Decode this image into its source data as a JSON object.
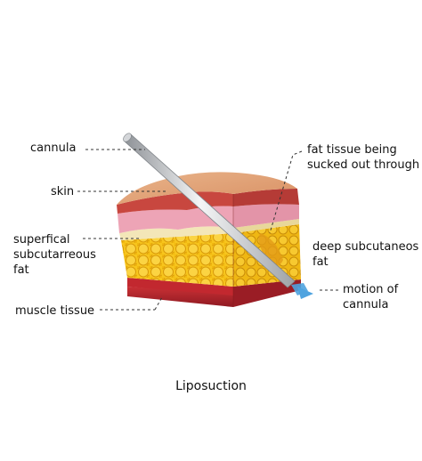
{
  "labels": {
    "cannula": "cannula",
    "skin": "skin",
    "superficial_fat": "superfical\nsubcutarreous\nfat",
    "muscle_tissue": "muscle tissue",
    "fat_tissue_sucked": "fat tissue being\nsucked out through",
    "deep_fat": "deep subcutaneos\nfat",
    "motion": "motion of\ncannula"
  },
  "caption": "Liposuction",
  "colors": {
    "skin_top": "#e3a57a",
    "epidermis": "#c8483f",
    "dermis": "#eaa0b2",
    "fat": "#f5c41a",
    "fat_shadow": "#d69a0c",
    "muscle": "#b8252c",
    "muscle_dark": "#8e1a20",
    "cannula": "#b9bcc0",
    "arrow": "#4fa3df"
  }
}
